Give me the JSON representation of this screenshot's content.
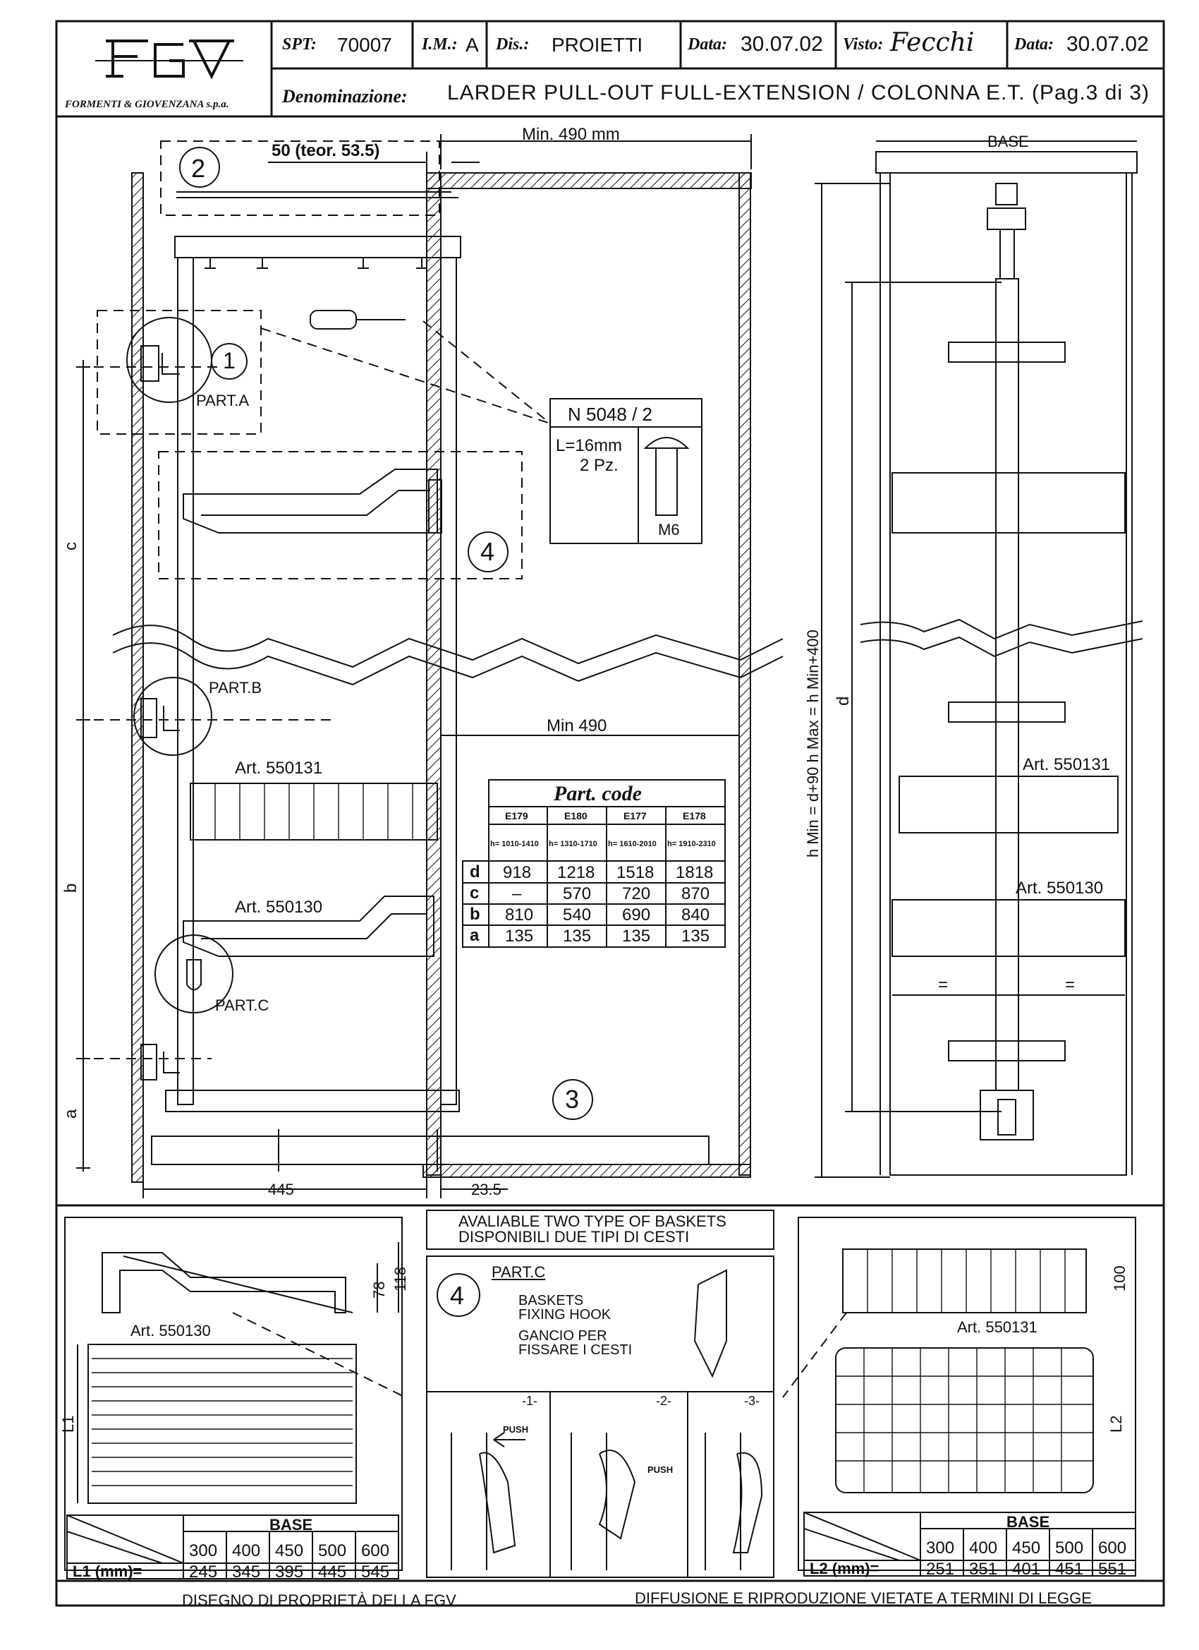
{
  "header": {
    "company_logo_text": "FGV",
    "company_name": "FORMENTI & GIOVENZANA s.p.a.",
    "spt_label": "SPT:",
    "spt_value": "70007",
    "im_label": "I.M.:",
    "im_value": "A",
    "dis_label": "Dis.:",
    "dis_value": "PROIETTI",
    "data1_label": "Data:",
    "data1_value": "30.07.02",
    "visto_label": "Visto:",
    "visto_signature": "Fecchi",
    "data2_label": "Data:",
    "data2_value": "30.07.02",
    "denom_label": "Denominazione:",
    "denom_value": "LARDER PULL-OUT FULL-EXTENSION / COLONNA E.T. (Pag.3 di 3)"
  },
  "main_drawing": {
    "circle_2": "2",
    "dim_50": "50 (teor. 53.5)",
    "dim_min_490_top": "Min. 490 mm",
    "circle_1": "1",
    "part_a": "PART.A",
    "screw_code": "N 5048 / 2",
    "screw_length": "L=16mm",
    "screw_qty": "2 Pz.",
    "screw_thread": "M6",
    "circle_4": "4",
    "dim_c": "c",
    "part_b": "PART.B",
    "dim_min_490_mid": "Min 490",
    "art_550131": "Art. 550131",
    "dim_b": "b",
    "art_550130": "Art. 550130",
    "part_c": "PART.C",
    "dim_a": "a",
    "circle_3": "3",
    "dim_445": "445",
    "dim_23_5": "23.5"
  },
  "part_code_table": {
    "title": "Part. code",
    "codes": [
      "E179",
      "E180",
      "E177",
      "E178"
    ],
    "ranges": [
      "h= 1010-1410",
      "h= 1310-1710",
      "h= 1610-2010",
      "h= 1910-2310"
    ],
    "rows": [
      {
        "key": "d",
        "values": [
          "918",
          "1218",
          "1518",
          "1818"
        ]
      },
      {
        "key": "c",
        "values": [
          "–",
          "570",
          "720",
          "870"
        ]
      },
      {
        "key": "b",
        "values": [
          "810",
          "540",
          "690",
          "840"
        ]
      },
      {
        "key": "a",
        "values": [
          "135",
          "135",
          "135",
          "135"
        ]
      }
    ]
  },
  "side_view": {
    "base_label": "BASE",
    "height_formula": "h Min = d+90     h Max = h Min+400",
    "dim_d": "d",
    "art_550131": "Art. 550131",
    "art_550130": "Art. 550130",
    "equal_left": "=",
    "equal_right": "="
  },
  "bottom_section": {
    "baskets_en": "AVALIABLE TWO TYPE OF BASKETS",
    "baskets_it": "DISPONIBILI DUE TIPI DI CESTI",
    "left_art": "Art. 550130",
    "left_dim_78": "78",
    "left_dim_118": "118",
    "left_dim_l1": "L1",
    "right_art": "Art. 550131",
    "right_dim_100": "100",
    "right_dim_l2": "L2",
    "circle_4": "4",
    "part_c": "PART.C",
    "hook_en_1": "BASKETS",
    "hook_en_2": "FIXING HOOK",
    "hook_it_1": "GANCIO PER",
    "hook_it_2": "FISSARE I CESTI",
    "step_1": "-1-",
    "step_2": "-2-",
    "step_3": "-3-",
    "push_1": "PUSH",
    "push_2": "PUSH"
  },
  "l1_table": {
    "base_label": "BASE",
    "bases": [
      "300",
      "400",
      "450",
      "500",
      "600"
    ],
    "row_label": "L1 (mm)=",
    "values": [
      "245",
      "345",
      "395",
      "445",
      "545"
    ]
  },
  "l2_table": {
    "base_label": "BASE",
    "bases": [
      "300",
      "400",
      "450",
      "500",
      "600"
    ],
    "row_label": "L2 (mm)=",
    "values": [
      "251",
      "351",
      "401",
      "451",
      "551"
    ]
  },
  "footer": {
    "left": "DISEGNO DI PROPRIETÀ DELLA FGV",
    "right": "DIFFUSIONE E RIPRODUZIONE VIETATE A TERMINI DI LEGGE"
  }
}
